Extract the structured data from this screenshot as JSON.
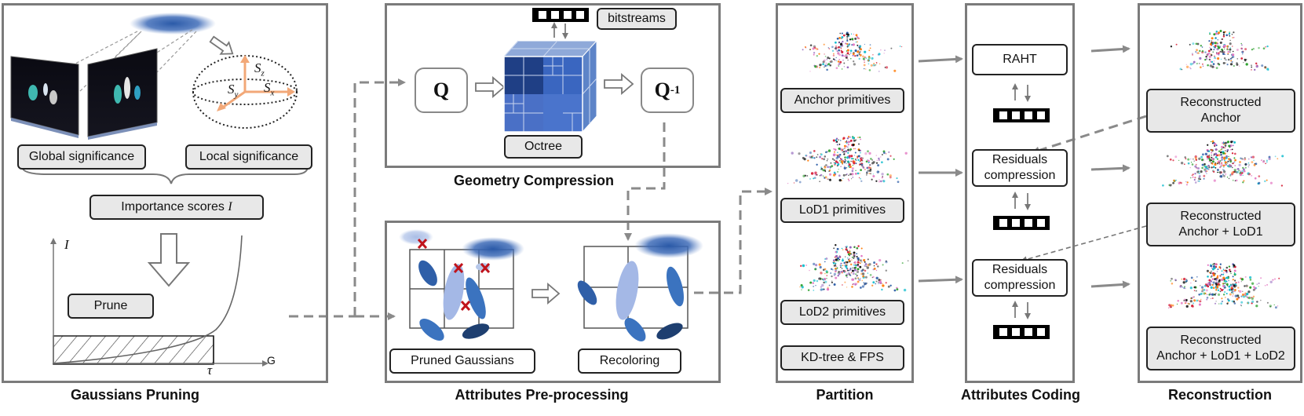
{
  "pruning": {
    "global_label": "Global significance",
    "local_label": "Local significance",
    "importance_label": "Importance scores",
    "importance_symbol": "I",
    "prune_label": "Prune",
    "axis_y": "I",
    "axis_x": "G",
    "tau": "τ",
    "sz": "S",
    "sz_sub": "z",
    "sy": "S",
    "sy_sub": "y",
    "sx": "S",
    "sx_sub": "x",
    "caption": "Gaussians Pruning"
  },
  "geometry": {
    "q_label": "Q",
    "qinv_label": "Q",
    "qinv_sup": "-1",
    "octree_label": "Octree",
    "bitstreams_label": "bitstreams",
    "caption": "Geometry Compression"
  },
  "preprocess": {
    "pruned_label": "Pruned Gaussians",
    "recolor_label": "Recoloring",
    "caption": "Attributes Pre-processing"
  },
  "partition": {
    "anchor_label": "Anchor primitives",
    "lod1_label": "LoD1 primitives",
    "lod2_label": "LoD2 primitives",
    "kdtree_label": "KD-tree & FPS",
    "caption": "Partition"
  },
  "coding": {
    "raht_label": "RAHT",
    "residual1_line1": "Residuals",
    "residual1_line2": "compression",
    "residual2_line1": "Residuals",
    "residual2_line2": "compression",
    "caption": "Attributes Coding"
  },
  "reconstruction": {
    "rec1_line1": "Reconstructed",
    "rec1_line2": "Anchor",
    "rec2_line1": "Reconstructed",
    "rec2_line2": "Anchor + LoD1",
    "rec3_line1": "Reconstructed",
    "rec3_line2": "Anchor + LoD1 + LoD2",
    "caption": "Reconstruction"
  },
  "colors": {
    "frame": "#7b7b7b",
    "arrow": "#8a8a8a",
    "label_fill": "#e8e8e8",
    "gaussian_blue": "#2f5fa8",
    "cross_red": "#c0141c"
  }
}
